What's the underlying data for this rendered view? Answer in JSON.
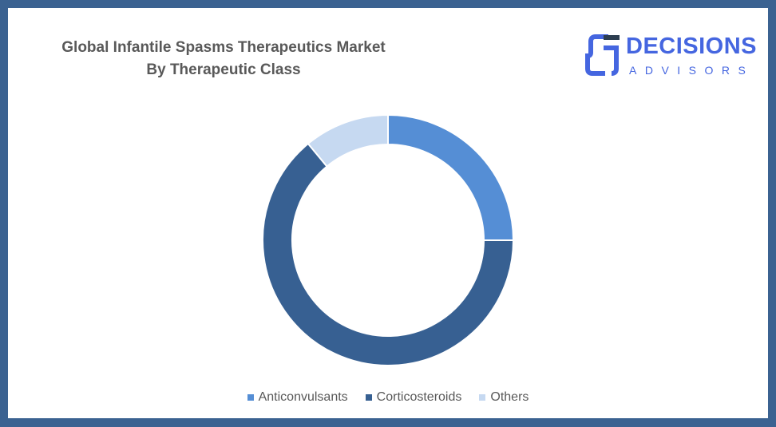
{
  "chart_data": {
    "type": "pie",
    "subtype": "donut",
    "title": "Global Infantile Spasms Therapeutics Market",
    "subtitle": "By Therapeutic Class",
    "categories": [
      "Anticonvulsants",
      "Corticosteroids",
      "Others"
    ],
    "values": [
      25,
      64,
      11
    ],
    "unit": "%",
    "colors": [
      "#558ed5",
      "#376092",
      "#c6d9f1"
    ],
    "legend_position": "bottom"
  },
  "logo": {
    "main": "DECISIONS",
    "sub": "ADVISORS",
    "color": "#4566e0"
  }
}
